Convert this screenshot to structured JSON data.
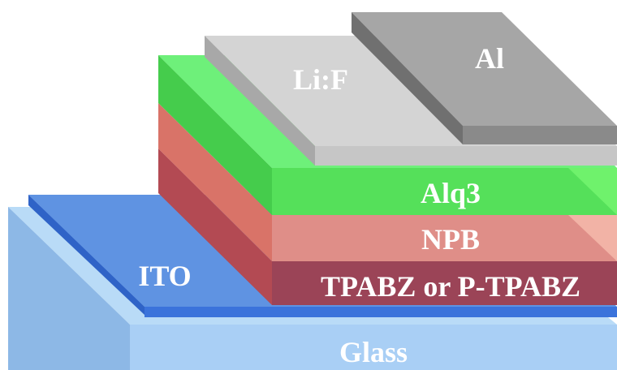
{
  "diagram": {
    "layers": {
      "glass": {
        "label": "Glass",
        "color": "#a9cff5"
      },
      "ito": {
        "label": "ITO",
        "color": "#5a8fe0"
      },
      "tpabz": {
        "label": "TPABZ or P-TPABZ",
        "color": "#9b4457"
      },
      "npb": {
        "label": "NPB",
        "color": "#df8e88"
      },
      "alq3": {
        "label": "Alq3",
        "color": "#55e05a"
      },
      "lif": {
        "label": "Li:F",
        "color": "#d2d2d2"
      },
      "al": {
        "label": "Al",
        "color": "#a6a6a6"
      }
    }
  }
}
